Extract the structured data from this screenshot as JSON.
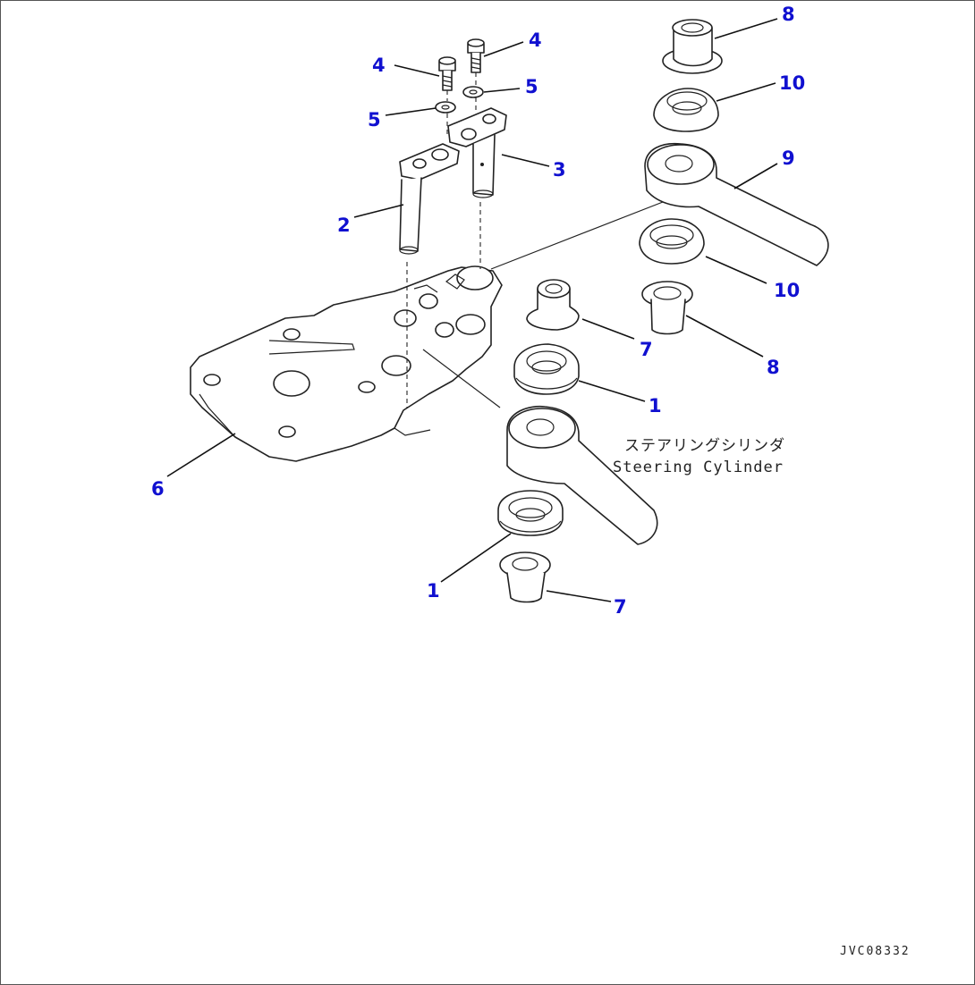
{
  "callouts": {
    "c1a": "1",
    "c1b": "1",
    "c2": "2",
    "c3": "3",
    "c4a": "4",
    "c4b": "4",
    "c5a": "5",
    "c5b": "5",
    "c6": "6",
    "c7a": "7",
    "c7b": "7",
    "c8a": "8",
    "c8b": "8",
    "c9": "9",
    "c10a": "10",
    "c10b": "10"
  },
  "label": {
    "japanese": "ステアリングシリンダ",
    "english": "Steering Cylinder"
  },
  "drawing_code": "JVC08332",
  "colors": {
    "callout": "#1010d0",
    "line": "#222222"
  }
}
